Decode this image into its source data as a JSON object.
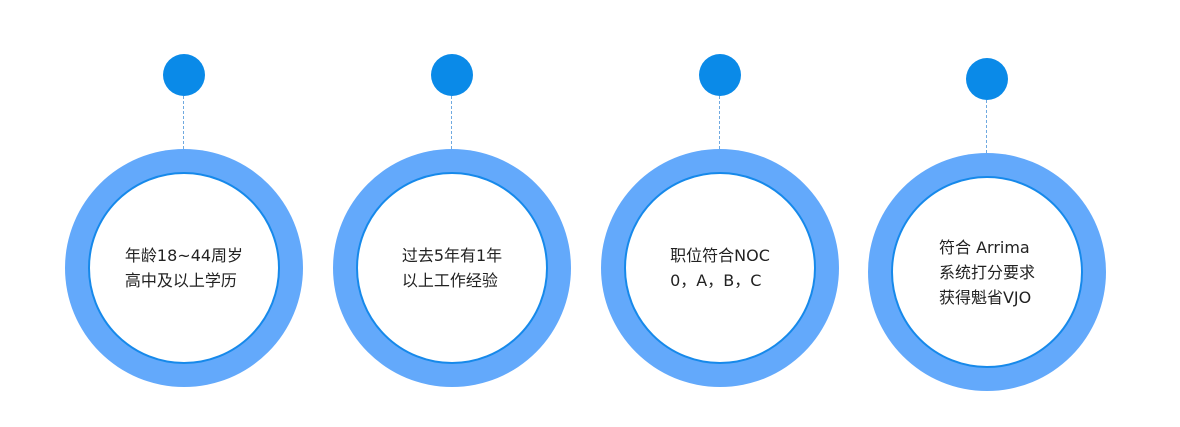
{
  "colors": {
    "dot": "#0a8ae8",
    "ring": "#63a9fb",
    "inner_border": "#1689ea"
  },
  "steps": [
    {
      "lines": [
        "年龄18~44周岁",
        "高中及以上学历"
      ]
    },
    {
      "lines": [
        "过去5年有1年",
        "以上工作经验"
      ]
    },
    {
      "lines": [
        "职位符合NOC",
        "0，A，B，C"
      ]
    },
    {
      "lines": [
        "符合 Arrima",
        "系统打分要求",
        "获得魁省VJO"
      ]
    }
  ]
}
